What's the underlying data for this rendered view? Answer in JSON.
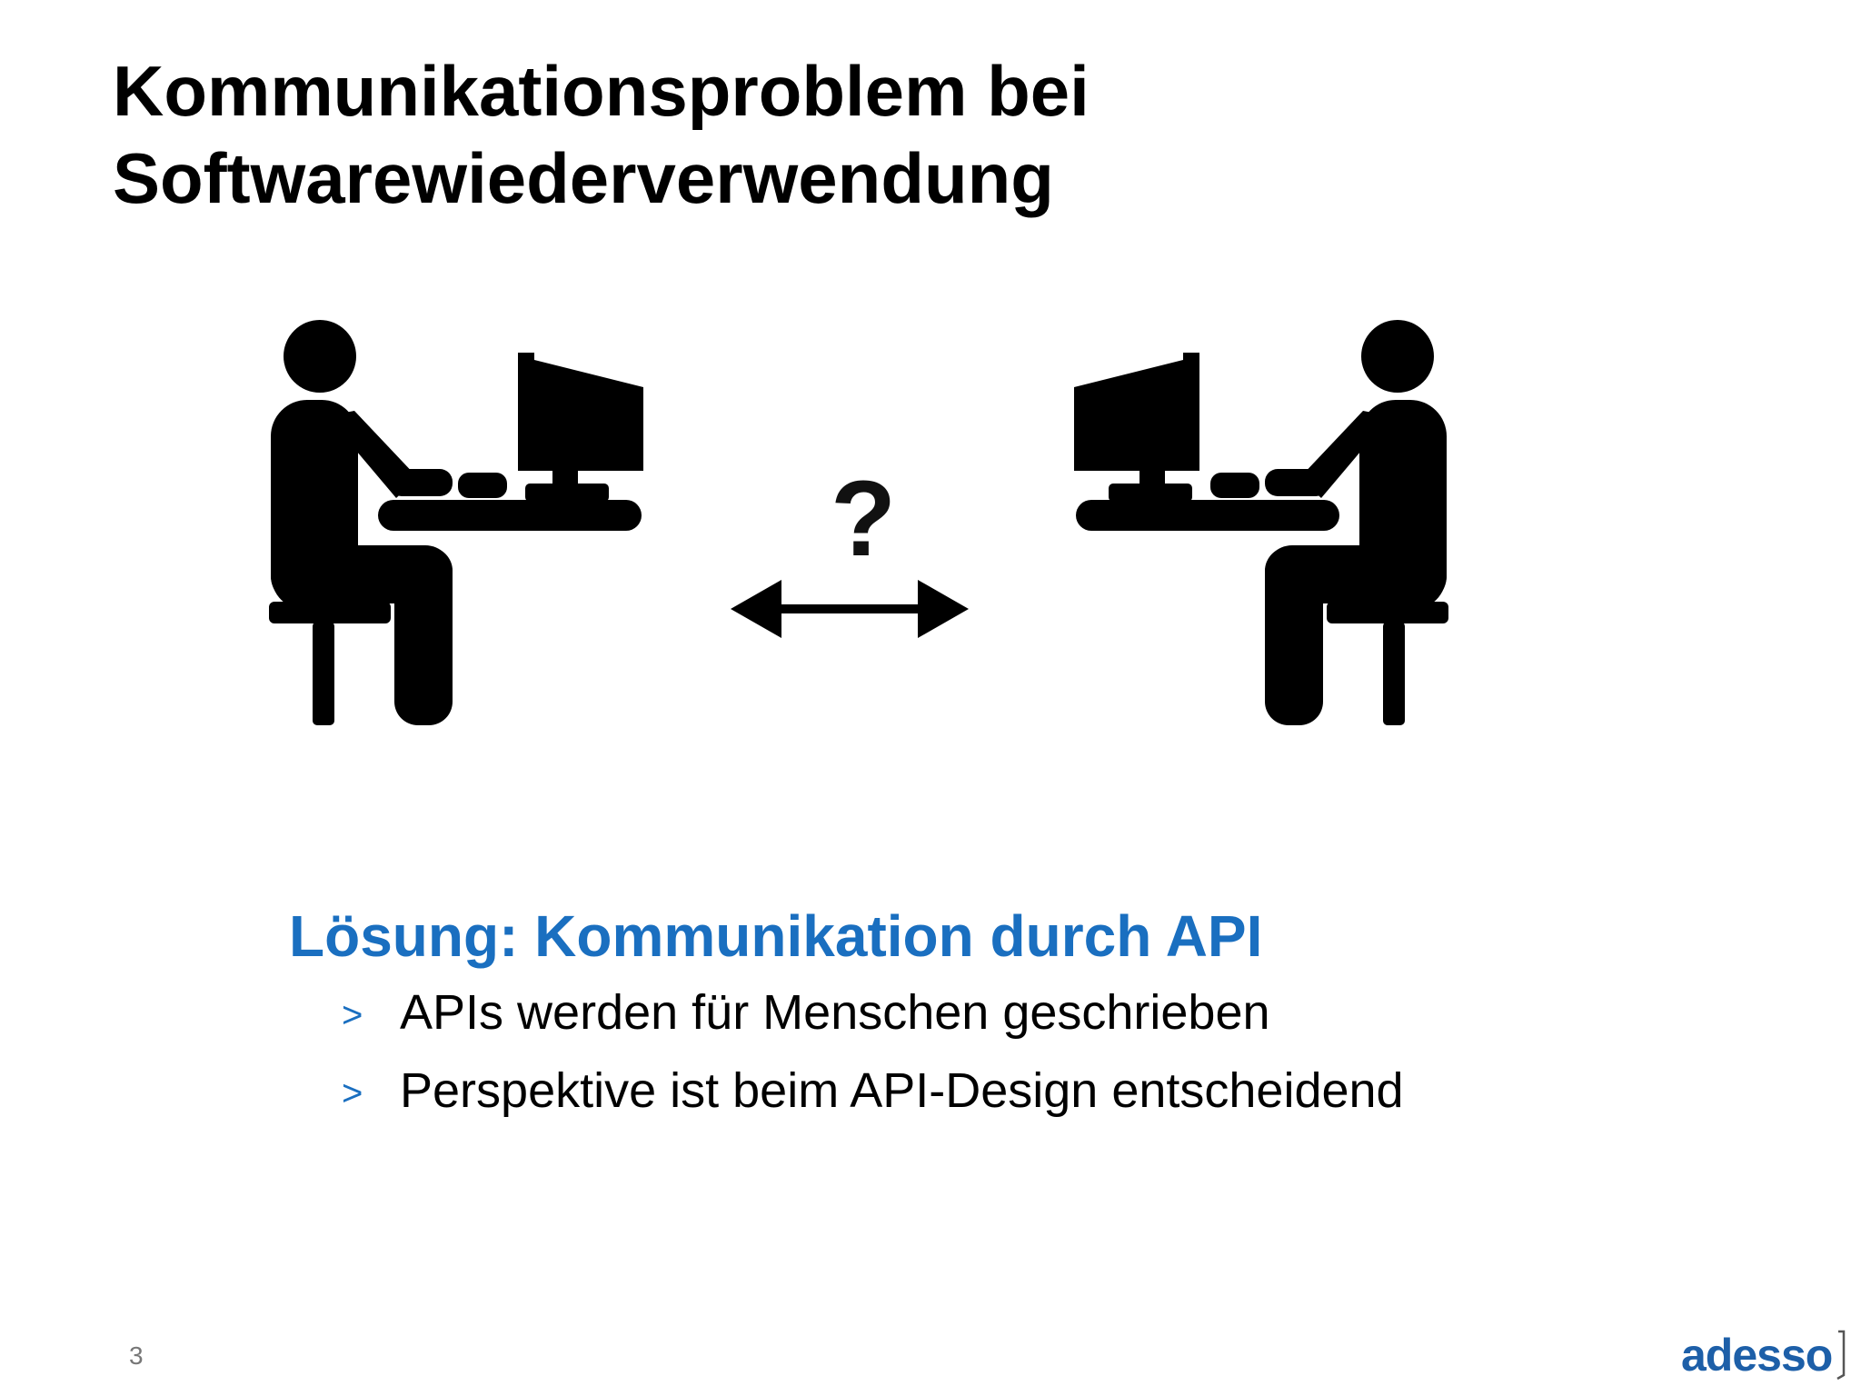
{
  "slide": {
    "title_line1": "Kommunikationsproblem bei",
    "title_line2": "Softwarewiederverwendung",
    "question_mark": "?",
    "solution_heading": "Lösung: Kommunikation durch API",
    "bullet_marker": ">",
    "bullets": [
      "APIs werden für Menschen geschrieben",
      "Perspektive ist beim API-Design entscheidend"
    ],
    "page_number": "3",
    "logo_text": "adesso"
  },
  "colors": {
    "accent": "#1a6fc0",
    "logo": "#1d5fa8",
    "text": "#000000"
  },
  "icons": [
    "person-at-computer-icon",
    "double-arrow-icon"
  ]
}
